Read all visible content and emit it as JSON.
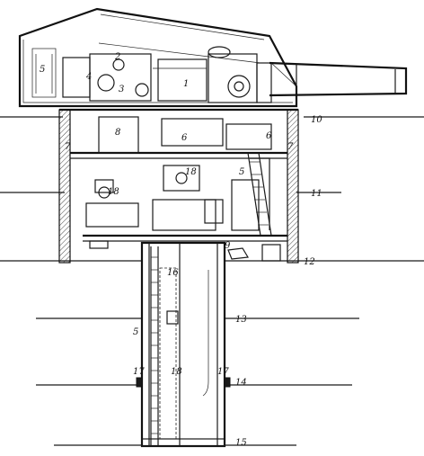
{
  "labels": {
    "l1": "1",
    "l2": "2",
    "l3": "3",
    "l4": "4",
    "l5a": "5",
    "l5b": "5",
    "l5c": "5",
    "l6a": "6",
    "l6b": "6",
    "l7a": "7",
    "l7b": "7",
    "l8": "8",
    "l9": "9",
    "l10": "10",
    "l11": "11",
    "l12": "12",
    "l13": "13",
    "l14": "14",
    "l15": "15",
    "l16": "16",
    "l17a": "17",
    "l17b": "17",
    "l18a": "18",
    "l18b": "18",
    "l18c": "18"
  }
}
